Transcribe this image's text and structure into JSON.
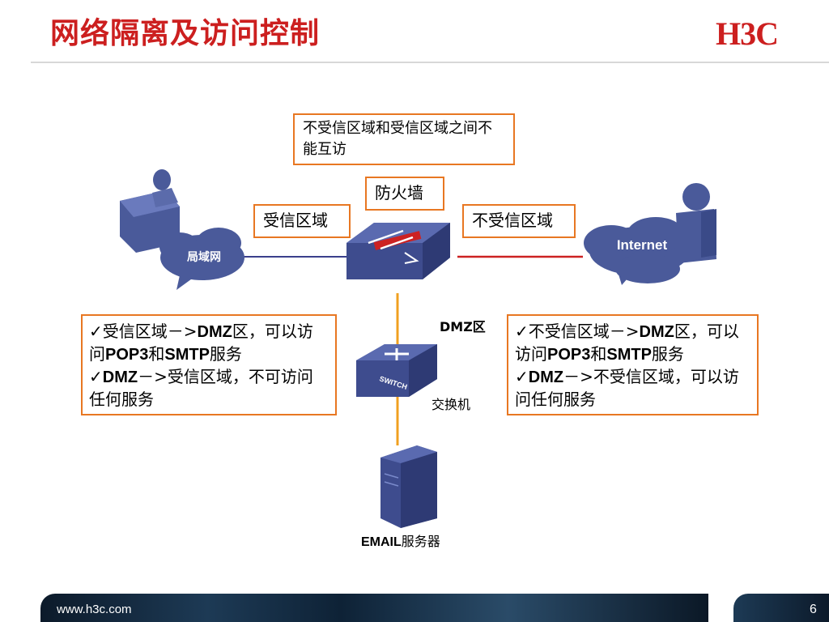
{
  "title": "网络隔离及访问控制",
  "logo": "H3C",
  "boxes": {
    "top_note": "不受信区域和受信区域之间不能互访",
    "firewall": "防火墙",
    "trusted": "受信区域",
    "untrusted": "不受信区域"
  },
  "left_note": {
    "line1_a": "受信区域－>",
    "line1_b": "DMZ",
    "line1_c": "区，可以访问",
    "line2_a": "POP3",
    "line2_b": "和",
    "line2_c": "SMTP",
    "line2_d": "服务",
    "line3_a": "DMZ",
    "line3_b": "－>受信区域，不可访问任何服务"
  },
  "right_note": {
    "line1_a": "不受信区域－>",
    "line1_b": "DMZ",
    "line1_c": "区，可以访问",
    "line2_a": "POP3",
    "line2_b": "和",
    "line2_c": "SMTP",
    "line2_d": "服务",
    "line3_a": "DMZ",
    "line3_b": "－>不受信区域，可以访问任何服务"
  },
  "labels": {
    "dmz": "DMZ区",
    "switch": "交换机",
    "email_a": "EMAIL",
    "email_b": "服务器",
    "lan_cloud": "局域网",
    "internet_cloud": "Internet",
    "switch_device": "SWITCH"
  },
  "footer": {
    "url": "www.h3c.com",
    "page": "6"
  },
  "colors": {
    "accent": "#cc1f1f",
    "box_border": "#e87722",
    "device": "#4a5a9a"
  }
}
